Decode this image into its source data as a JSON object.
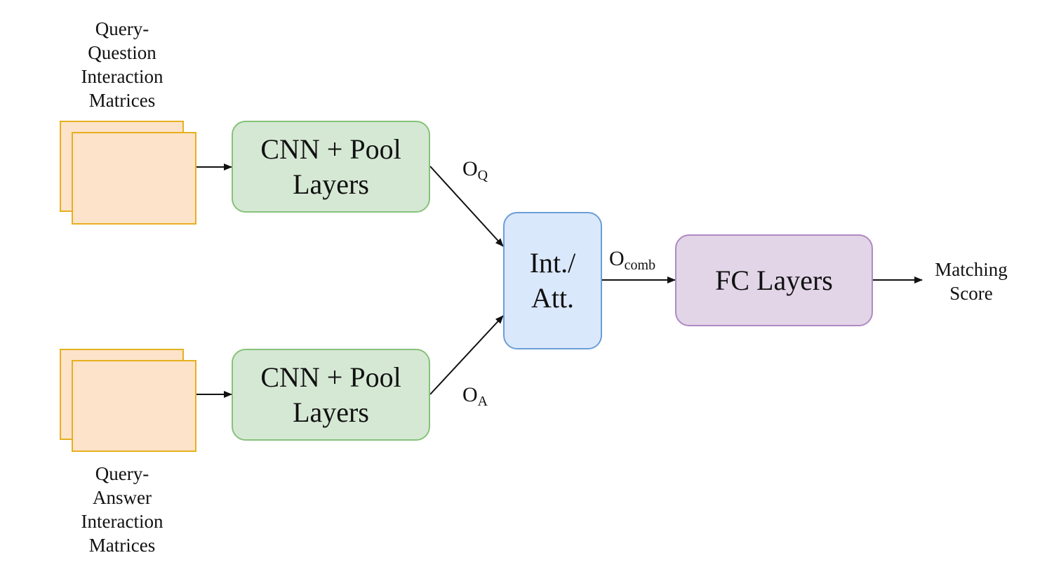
{
  "colors": {
    "matrix_fill": "#fde3c9",
    "matrix_border": "#e6b020",
    "cnn_fill": "#d5e8d4",
    "cnn_border": "#86c279",
    "att_fill": "#dae8fc",
    "att_border": "#6c9ed6",
    "fc_fill": "#e1d5e7",
    "fc_border": "#b089c3",
    "arrow": "#111111"
  },
  "top_input": {
    "label": [
      "Query-",
      "Question",
      "Interaction",
      "Matrices"
    ],
    "icon": "stacked-matrices-icon"
  },
  "bottom_input": {
    "label": [
      "Query-",
      "Answer",
      "Interaction",
      "Matrices"
    ],
    "icon": "stacked-matrices-icon"
  },
  "cnn_top": {
    "lines": [
      "CNN + Pool",
      "Layers"
    ]
  },
  "cnn_bottom": {
    "lines": [
      "CNN + Pool",
      "Layers"
    ]
  },
  "attention": {
    "lines": [
      "Int./",
      "Att."
    ]
  },
  "fc": {
    "label": "FC Layers"
  },
  "output": {
    "lines": [
      "Matching",
      "Score"
    ]
  },
  "edges": {
    "o_q": {
      "base": "O",
      "sub": "Q"
    },
    "o_a": {
      "base": "O",
      "sub": "A"
    },
    "o_comb": {
      "base": "O",
      "sub": "comb"
    }
  }
}
